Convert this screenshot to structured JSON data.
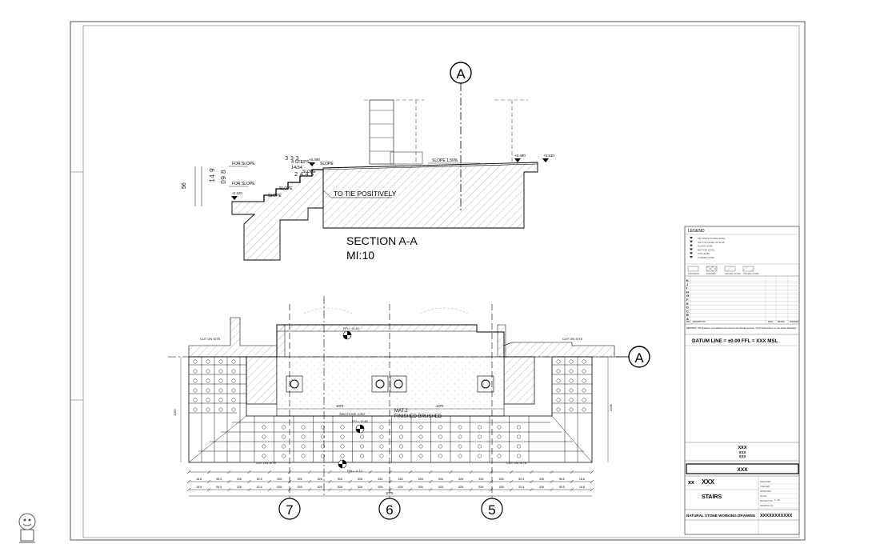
{
  "section": {
    "marker_top": "A",
    "title": "SECTION A-A",
    "scale": "MI:10",
    "note_tie": "TO TIE POSITIVELY",
    "steps_note": "4 STEPS",
    "steps_dims": "14/34",
    "slope_label": "SLOPE",
    "slope_pct": "SLOPE 1.50%",
    "for_slope": "FOR SLOPE",
    "level_right": "+0.510",
    "level_mid": "+0.490",
    "level_left": "-0.120",
    "dim_left": "56"
  },
  "plan": {
    "marker_right": "A",
    "cut_on_site": "CUT ON SITE",
    "mat_label": "MAT.2",
    "finish_label": "FINISHED BRUSHED",
    "ffl_top": "FFL= +0.49",
    "ffl_mid": "FFL= +0.46",
    "ffl_bottom": "FFL= -0.12",
    "stone_joint": "3MM STONE JOINT",
    "grid_labels": [
      "7",
      "6",
      "5"
    ],
    "dims_top": [
      "1070",
      "1070"
    ],
    "dims_side": "1205",
    "dims_left": "1155",
    "dims_bottom_cells": [
      "16.8",
      "95.5",
      "326",
      "52.5",
      "526",
      "526",
      "526",
      "526",
      "526",
      "526",
      "526",
      "526",
      "526",
      "526",
      "526",
      "526",
      "52.5",
      "326",
      "95.5",
      "16.8"
    ],
    "dims_total": "1070"
  },
  "title_block": {
    "legend_title": "LEGEND",
    "legend_items": [
      "FFL FINISH FLOOR LEVEL",
      "SSL TOP LEVEL OF SLAB",
      "FLOOR LEVEL",
      "BOTTOM LEVEL",
      "TOP LEVEL",
      "SCREED LEVEL"
    ],
    "hatch_labels": [
      "CONCRETE",
      "MASONRY",
      "NATURAL STONE",
      "NATURAL STONE"
    ],
    "revision_letters": [
      "K",
      "J",
      "I",
      "H",
      "G",
      "F",
      "E",
      "D",
      "C",
      "B",
      "A"
    ],
    "rev_headers": [
      "REV",
      "DESCRIPTION",
      "DATE",
      "DRAWN",
      "CHECKED"
    ],
    "remarks": "REMARKS: This drawing is only allowed to be used for the intended purpose. Verify all dimensions on site before fabrication.",
    "datum": "DATUM LINE = ±0.00 FFL = XXX MSL",
    "client_lines": [
      "XXX",
      "XXX",
      "XXX"
    ],
    "project_box": "XXX",
    "project_code": "xx",
    "project_name": "XXX",
    "drawing_name": "STAIRS",
    "drawing_type": "NATURAL STONE WORKING DRAWING",
    "drawing_no": "XXXXXXXXXXX",
    "side_fields": [
      "DESIGNED",
      "CHECKED",
      "APPROVED",
      "SCALE",
      "PROJECT NO",
      "DRAWING NO"
    ],
    "scale_value": "1 : 10"
  }
}
